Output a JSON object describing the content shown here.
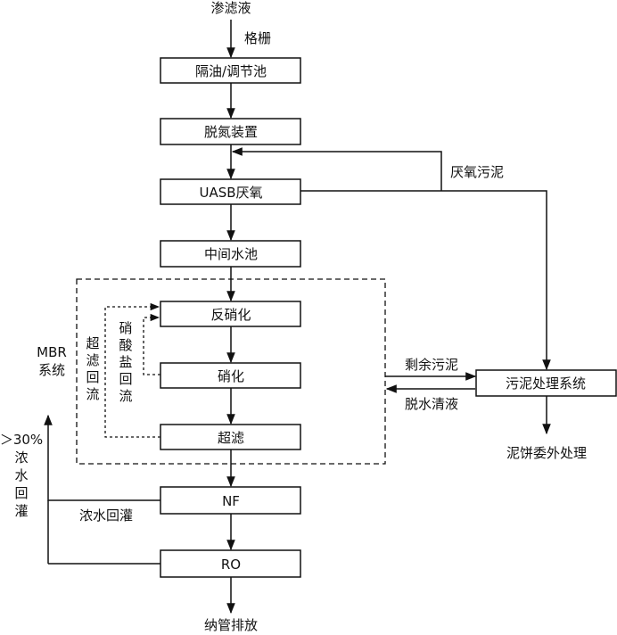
{
  "nodes": {
    "leachate": "渗滤液",
    "oil_tank": "隔油/调节池",
    "denitrogen": "脱氮装置",
    "uasb": "UASB厌氧",
    "middle_pool": "中间水池",
    "denitrification": "反硝化",
    "nitrification": "硝化",
    "ultrafiltration": "超滤",
    "nf": "NF",
    "ro": "RO",
    "discharge": "纳管排放",
    "sludge_system": "污泥处理系统",
    "cake": "泥饼委外处理"
  },
  "labels": {
    "grille": "格栅",
    "anaerobic_sludge": "厌氧污泥",
    "residual_sludge": "剩余污泥",
    "dewater_liquid": "脱水清液",
    "mbr_system": [
      "MBR",
      "系统"
    ],
    "uf_return": [
      "超",
      "滤",
      "回",
      "流"
    ],
    "nitrate_return": [
      "硝",
      "酸",
      "盐",
      "回",
      "流"
    ],
    "concentrate_return": "浓水回灌",
    "pct_return": [
      "＞30%",
      "浓",
      "水",
      "回",
      "灌"
    ]
  }
}
